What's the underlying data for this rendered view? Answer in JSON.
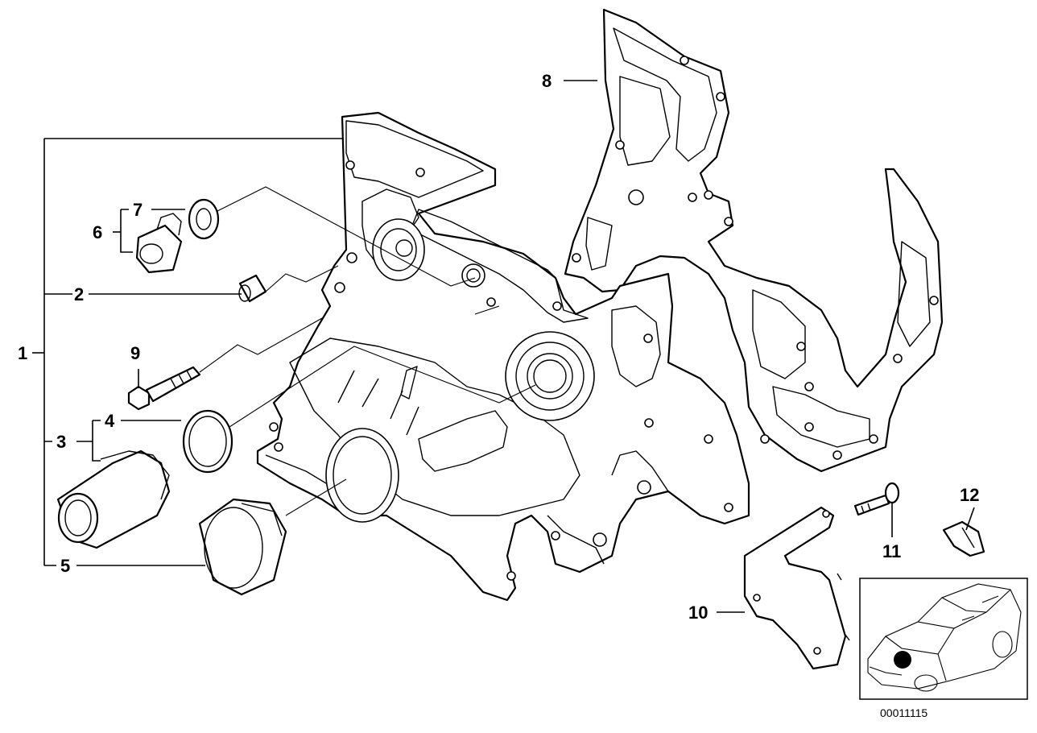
{
  "callouts": {
    "c1": "1",
    "c2": "2",
    "c3": "3",
    "c4": "4",
    "c5": "5",
    "c6": "6",
    "c7": "7",
    "c8": "8",
    "c9": "9",
    "c10": "10",
    "c11": "11",
    "c12": "12"
  },
  "image_code": "00011115",
  "colors": {
    "line": "#000000",
    "background": "#ffffff",
    "locator_dot": "#000000"
  }
}
